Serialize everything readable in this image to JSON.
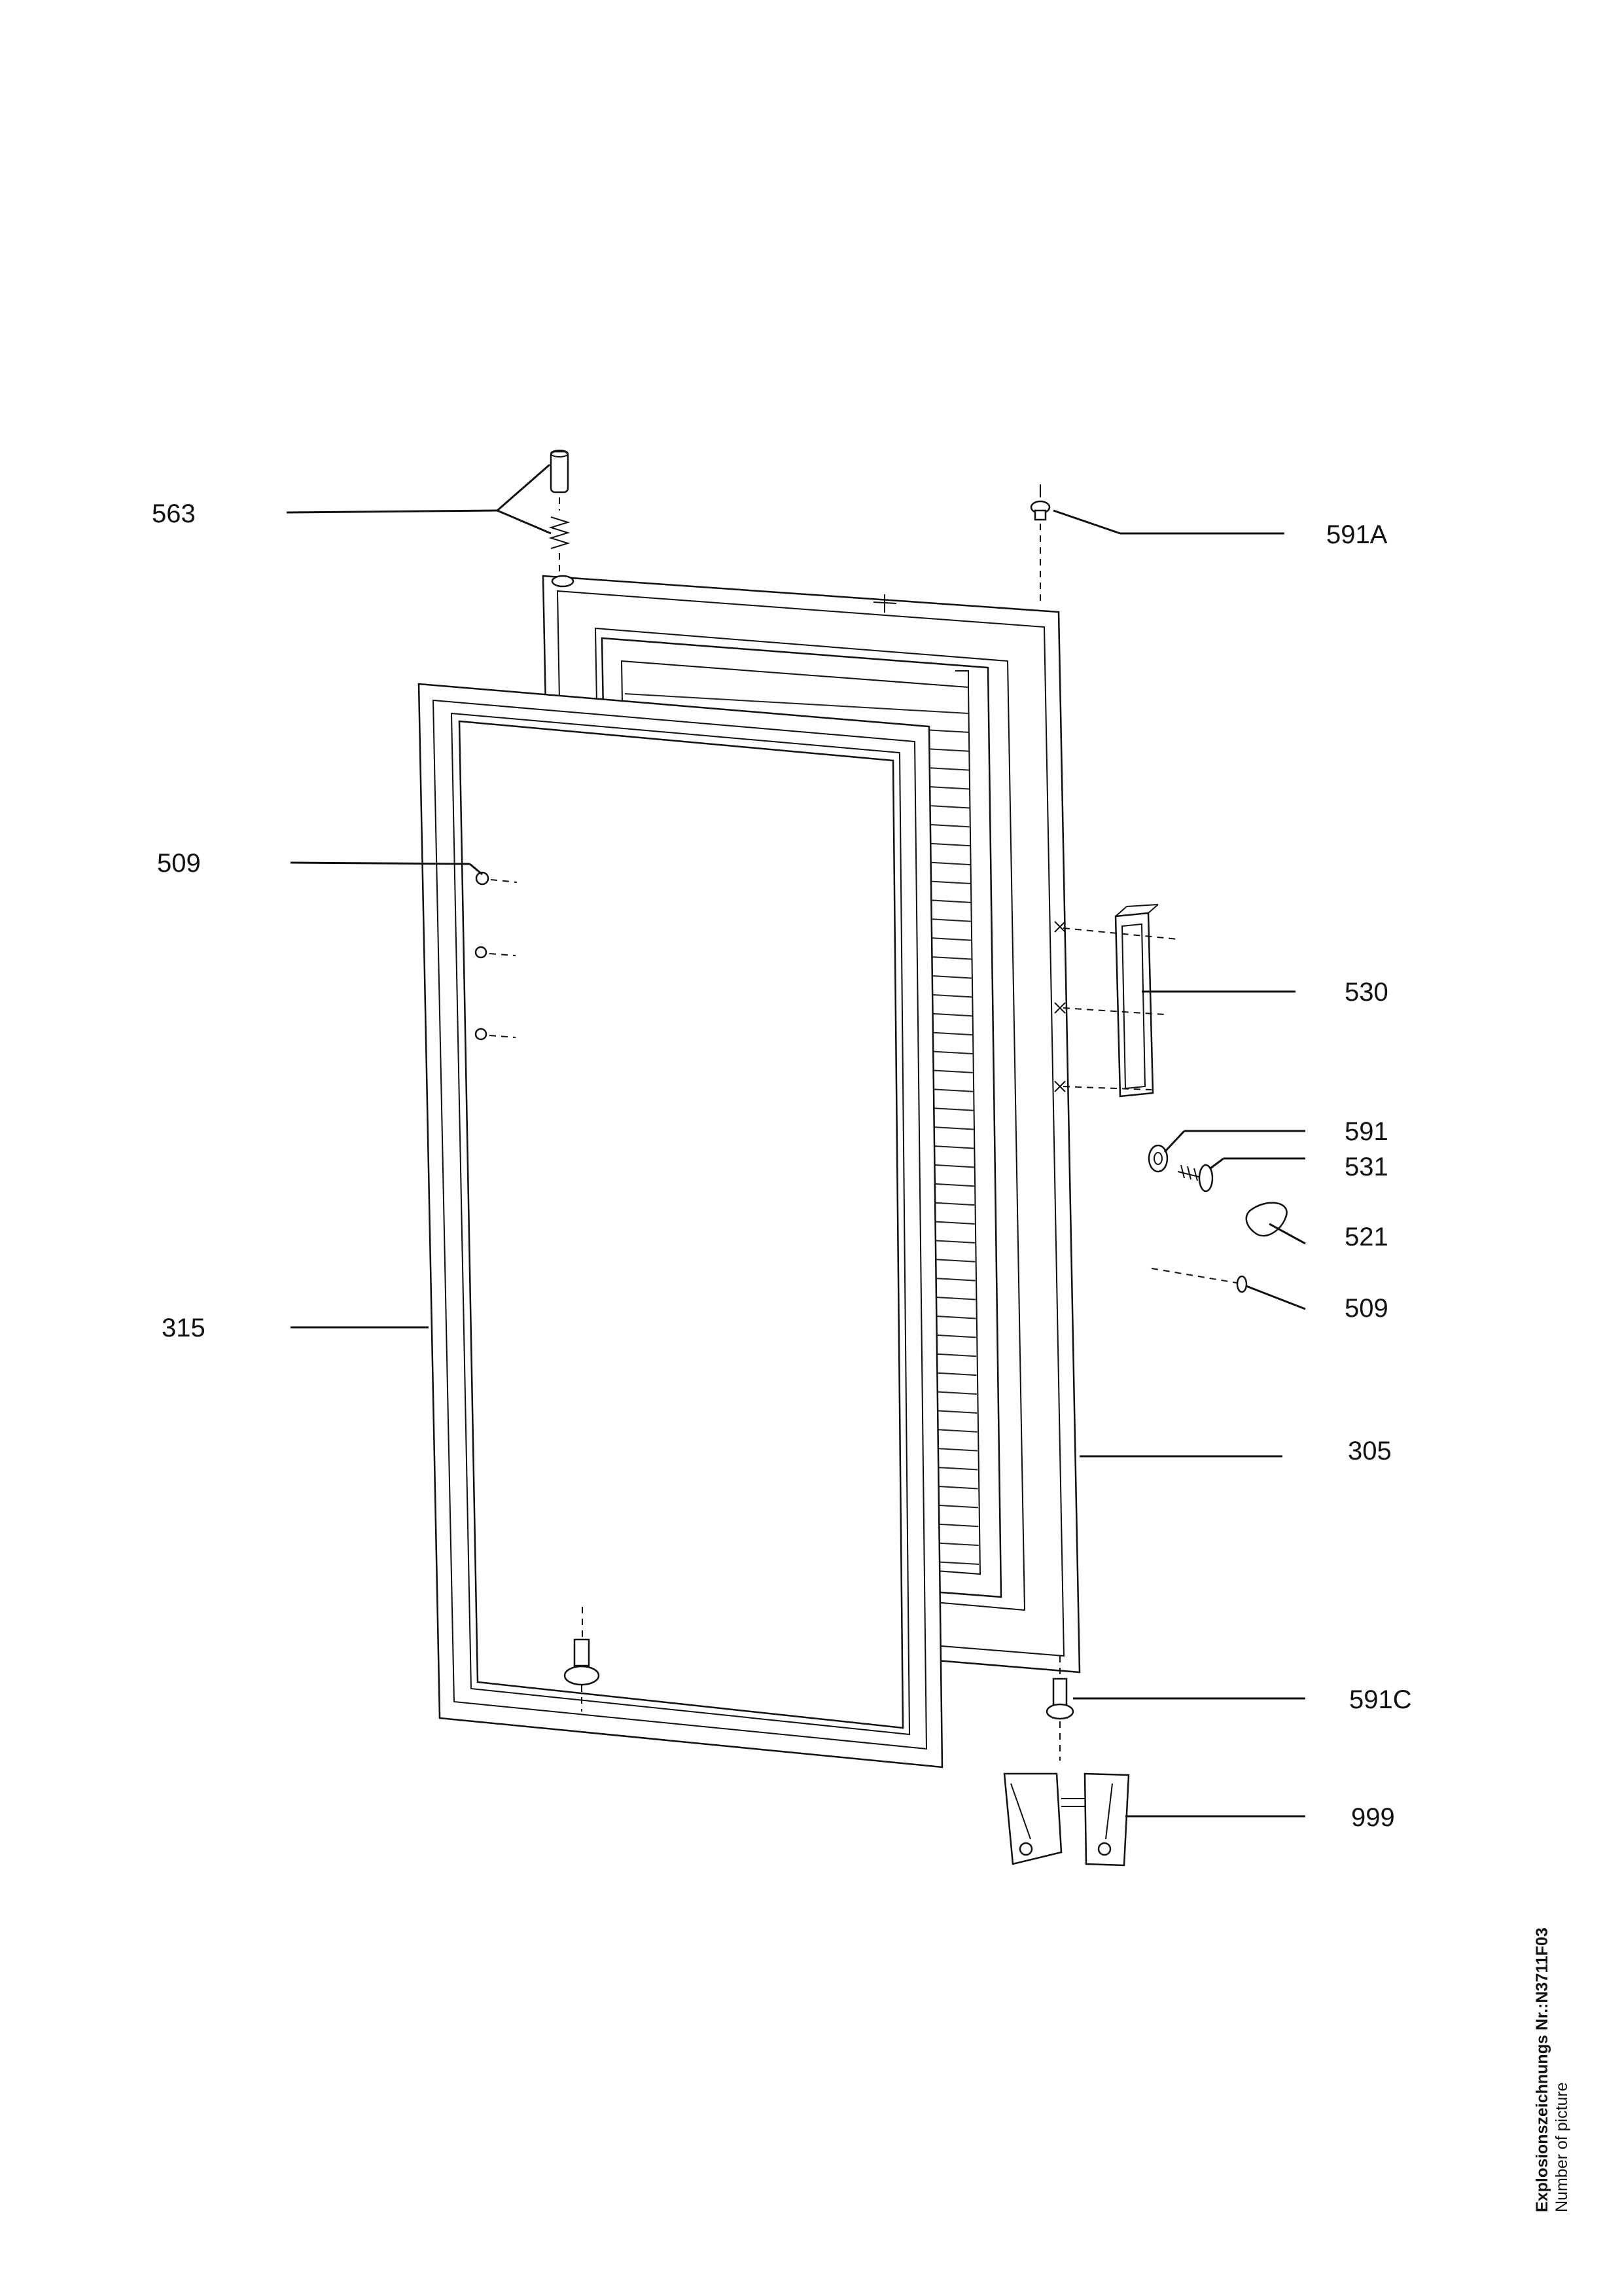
{
  "callouts": {
    "c563": "563",
    "c591a": "591A",
    "c509_left": "509",
    "c530": "530",
    "c591": "591",
    "c531": "531",
    "c521": "521",
    "c509_right": "509",
    "c315": "315",
    "c305": "305",
    "c591c": "591C",
    "c999": "999"
  },
  "footer": {
    "drawing_number": "Explosionszeichnungs Nr.:N3711F03",
    "caption": "Number of picture"
  }
}
